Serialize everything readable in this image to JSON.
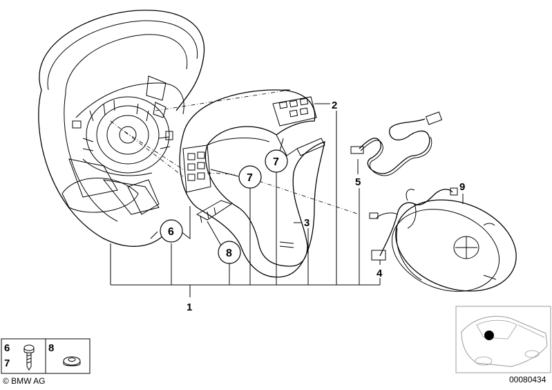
{
  "callouts": {
    "c1": "1",
    "c2": "2",
    "c3": "3",
    "c4": "4",
    "c5": "5",
    "c6": "6",
    "c7a": "7",
    "c7b": "7",
    "c8": "8",
    "c9": "9"
  },
  "legend": {
    "row1_num_a": "6",
    "row1_num_b": "7",
    "row1_num_c": "8"
  },
  "footer": {
    "copyright": "© BMW AG",
    "diagram_number": "00080434"
  }
}
